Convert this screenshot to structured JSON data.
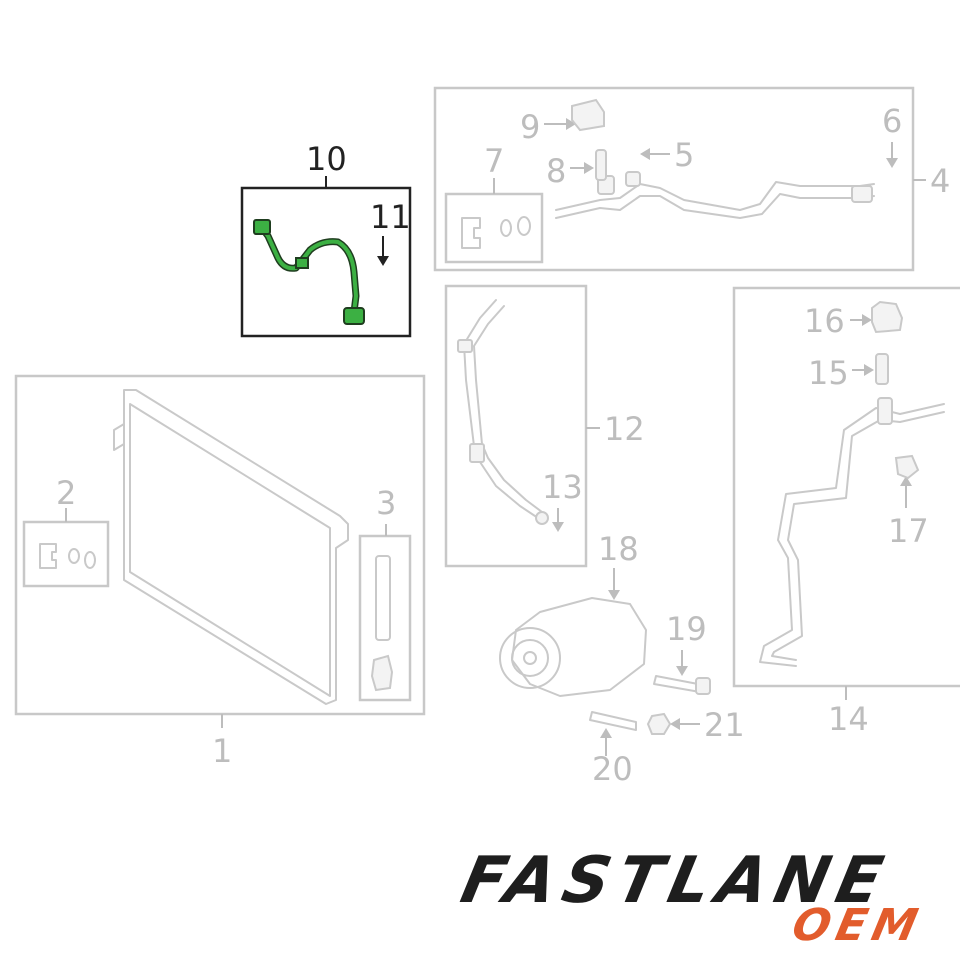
{
  "callouts": {
    "c1": "1",
    "c2": "2",
    "c3": "3",
    "c4": "4",
    "c5": "5",
    "c6": "6",
    "c7": "7",
    "c8": "8",
    "c9": "9",
    "c10": "10",
    "c11": "11",
    "c12": "12",
    "c13": "13",
    "c14": "14",
    "c15": "15",
    "c16": "16",
    "c17": "17",
    "c18": "18",
    "c19": "19",
    "c20": "20",
    "c21": "21"
  },
  "highlight": {
    "part": "10",
    "color": "#3cb043"
  },
  "logo": {
    "main": "FASTLANE",
    "sub": "OEM",
    "main_color": "#1e1e1e",
    "sub_color": "#e25c2c"
  }
}
